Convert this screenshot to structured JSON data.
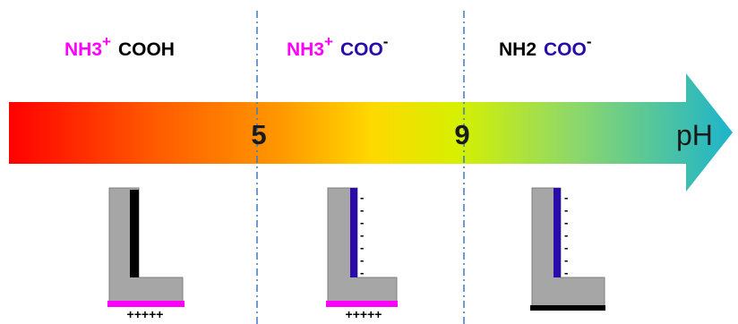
{
  "colors": {
    "positive": "#ff00ff",
    "negative": "#2a0aa8",
    "neutral": "#000000",
    "wall": "#a6a6a6",
    "divider": "#3b7bc4",
    "gradient": [
      "#ff0000",
      "#ff8c00",
      "#ffd000",
      "#d8f000",
      "#a8e050",
      "#60c890",
      "#20b8c8"
    ]
  },
  "zones": [
    {
      "groups": [
        {
          "text": "NH3",
          "sup": "+",
          "color": "#ff00ff",
          "sup_color": "#ff00ff"
        },
        {
          "text": "COOH",
          "sup": "",
          "color": "#000000",
          "sup_color": "#000000"
        }
      ]
    },
    {
      "groups": [
        {
          "text": "NH3",
          "sup": "+",
          "color": "#ff00ff",
          "sup_color": "#ff00ff"
        },
        {
          "text": "COO",
          "sup": "-",
          "color": "#2a0aa8",
          "sup_color": "#000000"
        }
      ]
    },
    {
      "groups": [
        {
          "text": "NH2",
          "sup": "",
          "color": "#000000",
          "sup_color": "#000000"
        },
        {
          "text": "COO",
          "sup": "-",
          "color": "#2a0aa8",
          "sup_color": "#000000"
        }
      ]
    }
  ],
  "scale": {
    "ticks": [
      "5",
      "9"
    ],
    "axis_label": "pH"
  },
  "capillaries": [
    {
      "wall_color": "#000000",
      "base_color": "#ff00ff",
      "wall_charges": "",
      "base_label": "+++++"
    },
    {
      "wall_color": "#2a0aa8",
      "base_color": "#ff00ff",
      "wall_charges": "-------",
      "base_label": "+++++"
    },
    {
      "wall_color": "#2a0aa8",
      "base_color": "#000000",
      "wall_charges": "-------",
      "base_label": ""
    }
  ]
}
